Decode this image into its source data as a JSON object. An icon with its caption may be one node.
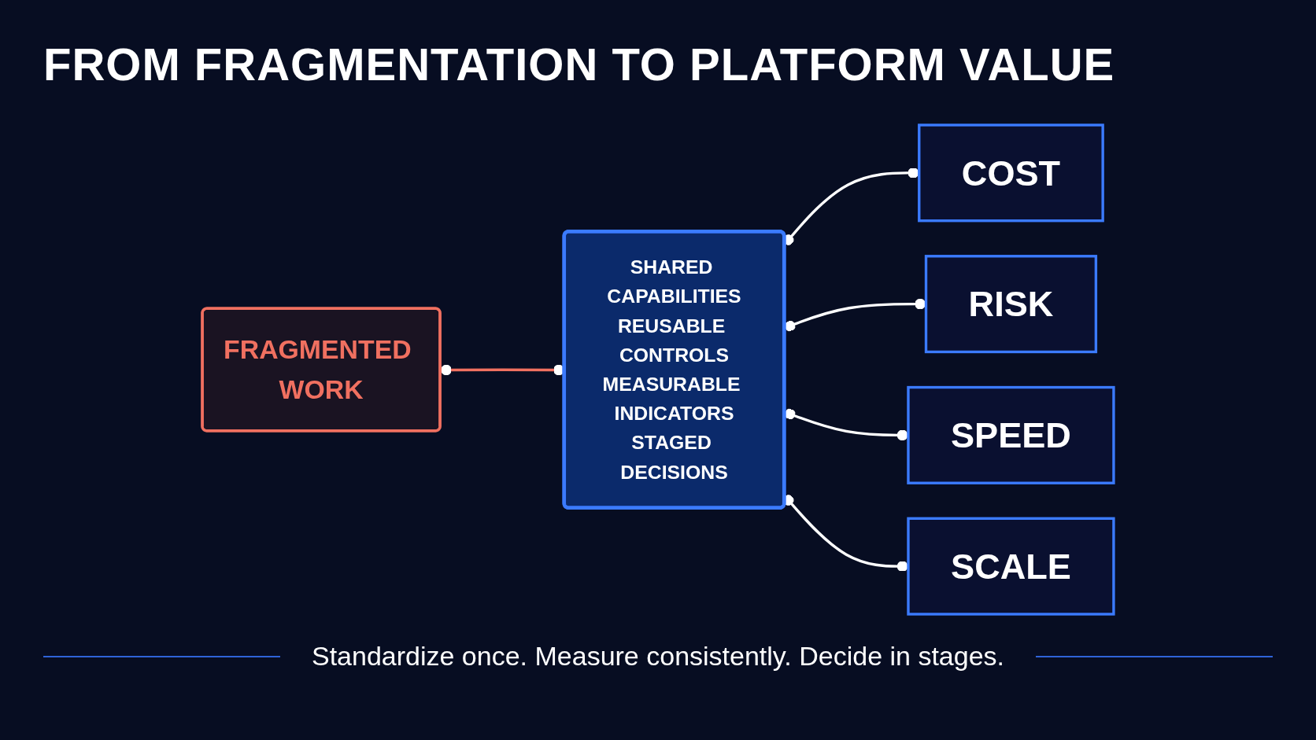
{
  "diagram": {
    "title": "FROM FRAGMENTATION TO PLATFORM VALUE",
    "caption": "Standardize once. Measure consistently. Decide in stages.",
    "nodes": [
      {
        "text": [
          "FRAGMENTED WORK"
        ]
      },
      {
        "text": [
          "SHARED CAPABILITIES",
          "REUSABLE CONTROLS",
          "MEASURABLE INDICATORS",
          "STAGED DECISIONS"
        ]
      },
      {
        "text": [
          "COST"
        ]
      },
      {
        "text": [
          "RISK"
        ]
      },
      {
        "text": [
          "SPEED"
        ]
      },
      {
        "text": [
          "SCALE"
        ]
      }
    ],
    "edges": [
      {
        "from": 0,
        "to": 1,
        "arrow": "other",
        "color": "#f07060"
      },
      {
        "from": 1,
        "to": 2,
        "arrow": "other"
      },
      {
        "from": 1,
        "to": 3,
        "arrow": "other"
      },
      {
        "from": 1,
        "to": 4,
        "arrow": "other"
      },
      {
        "from": 1,
        "to": 5,
        "arrow": "other"
      }
    ]
  }
}
